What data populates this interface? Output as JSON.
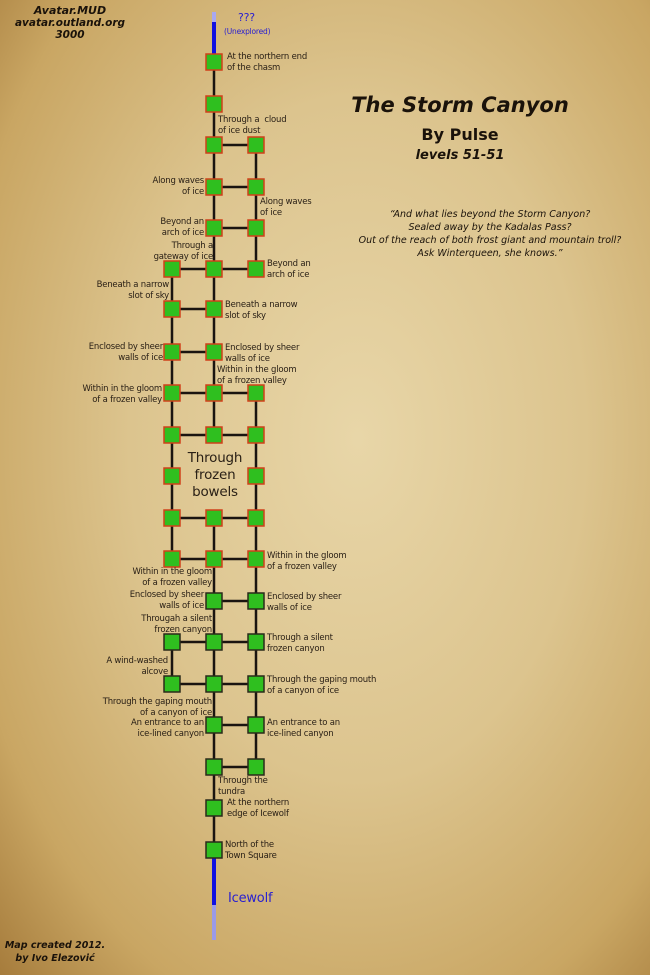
{
  "header": {
    "server_name": "Avatar.MUD",
    "server_address": "avatar.outland.org 3000"
  },
  "title": {
    "main": "The Storm Canyon",
    "author": "By Pulse",
    "levels": "levels 51-51"
  },
  "quote": [
    "“And what lies beyond the Storm Canyon?",
    "Sealed away by the Kadalas Pass?",
    "Out of the reach of both frost giant and mountain troll?",
    "Ask Winterqueen, she knows.”"
  ],
  "footer": {
    "line1": "Map created 2012.",
    "line2": "by Ivo Elezović"
  },
  "exits": {
    "north": "???",
    "north_note": "(Unexplored)",
    "south": "Icewolf"
  },
  "colors": {
    "room_fill": "#2fbf1f",
    "room_border_upper": "#d0401a",
    "room_border_lower": "#2a2a1a",
    "path": "#1a1410",
    "exit_line": "#1010e0"
  },
  "rooms": [
    "At the northern end\nof the chasm",
    "Through a  cloud\nof ice dust",
    "Along waves\nof ice",
    "Along waves\nof ice",
    "Beyond an\narch of ice",
    "Through a\ngateway of ice",
    "Beyond an\narch of ice",
    "Beneath a narrow\nslot of sky",
    "Beneath a narrow\nslot of sky",
    "Enclosed by sheer\nwalls of ice",
    "Enclosed by sheer\nwalls of ice",
    "Within in the gloom\nof a frozen valley",
    "Within in the gloom\nof a frozen valley",
    "Through\nfrozen\nbowels",
    "Within in the gloom\nof a frozen valley",
    "Within in the gloom\nof a frozen valley",
    "Enclosed by sheer\nwalls of ice",
    "Enclosed by sheer\nwalls of ice",
    "Througah a silent\nfrozen canyon",
    "Through a silent\nfrozen canyon",
    "A wind-washed\nalcove",
    "Through the gaping mouth\nof a canyon of ice",
    "Through the gaping mouth\nof a canyon of ice",
    "An entrance to an\nice-lined canyon",
    "An entrance to an\nice-lined canyon",
    "Through the\ntundra",
    "At the northern\nedge of Icewolf",
    "North of the\nTown Square"
  ]
}
